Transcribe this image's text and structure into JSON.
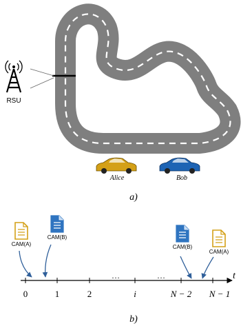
{
  "top": {
    "rsu_label": "RSU",
    "cars": [
      {
        "name": "Alice",
        "color": "#d4a017"
      },
      {
        "name": "Bob",
        "color": "#1e64b4"
      }
    ],
    "caption": "a)"
  },
  "bottom": {
    "messages": [
      {
        "label": "CAM(A)",
        "color": "#d4a017"
      },
      {
        "label": "CAM(B)",
        "color": "#2f74c0"
      },
      {
        "label": "CAM(B)",
        "color": "#2f74c0"
      },
      {
        "label": "CAM(A)",
        "color": "#d4a017"
      }
    ],
    "ticks": [
      "0",
      "1",
      "2",
      "i",
      "N − 2",
      "N − 1"
    ],
    "ellipsis": [
      "…",
      "…"
    ],
    "axis_label": "t",
    "caption": "b)"
  },
  "colors": {
    "road": "#7f7f7f",
    "lane_marks": "#ffffff",
    "arrow": "#2f5f9a"
  }
}
